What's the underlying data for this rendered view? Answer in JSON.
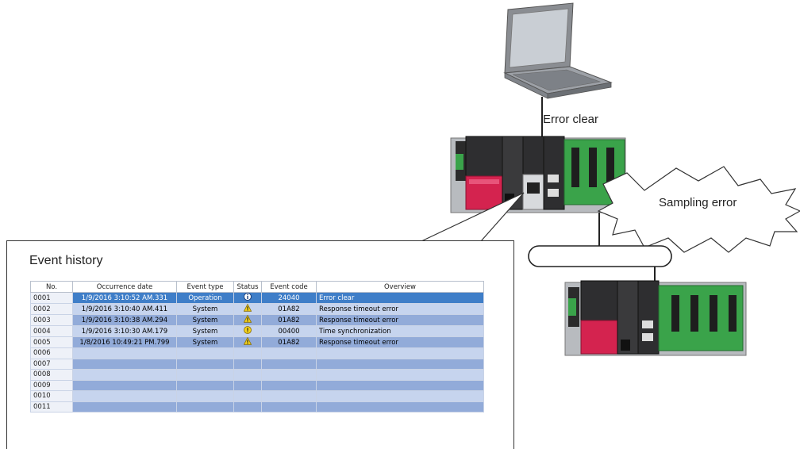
{
  "labels": {
    "error_clear": "Error clear",
    "sampling_error": "Sampling error"
  },
  "panel": {
    "title": "Event history",
    "columns": [
      "No.",
      "Occurrence date",
      "Event type",
      "Status",
      "Event code",
      "Overview"
    ],
    "rows": [
      {
        "no": "0001",
        "date": "1/9/2016 3:10:52 AM.331",
        "type": "Operation",
        "status": "info-icon",
        "code": "24040",
        "overview": "Error clear"
      },
      {
        "no": "0002",
        "date": "1/9/2016 3:10:40 AM.411",
        "type": "System",
        "status": "warning-icon",
        "code": "01A82",
        "overview": "Response timeout error"
      },
      {
        "no": "0003",
        "date": "1/9/2016 3:10:38 AM.294",
        "type": "System",
        "status": "warning-icon",
        "code": "01A82",
        "overview": "Response timeout error"
      },
      {
        "no": "0004",
        "date": "1/9/2016 3:10:30 AM.179",
        "type": "System",
        "status": "caution-icon",
        "code": "00400",
        "overview": "Time synchronization"
      },
      {
        "no": "0005",
        "date": "1/8/2016 10:49:21 PM.799",
        "type": "System",
        "status": "warning-icon",
        "code": "01A82",
        "overview": "Response timeout error"
      },
      {
        "no": "0006",
        "date": "",
        "type": "",
        "status": "",
        "code": "",
        "overview": ""
      },
      {
        "no": "0007",
        "date": "",
        "type": "",
        "status": "",
        "code": "",
        "overview": ""
      },
      {
        "no": "0008",
        "date": "",
        "type": "",
        "status": "",
        "code": "",
        "overview": ""
      },
      {
        "no": "0009",
        "date": "",
        "type": "",
        "status": "",
        "code": "",
        "overview": ""
      },
      {
        "no": "0010",
        "date": "",
        "type": "",
        "status": "",
        "code": "",
        "overview": ""
      },
      {
        "no": "0011",
        "date": "",
        "type": "",
        "status": "",
        "code": "",
        "overview": ""
      }
    ]
  },
  "colors": {
    "selected_row": "#3f7ec8",
    "row_light": "#c6d4ee",
    "row_dark": "#92abd9",
    "module_red": "#d4234f",
    "module_green": "#3aa34a"
  }
}
